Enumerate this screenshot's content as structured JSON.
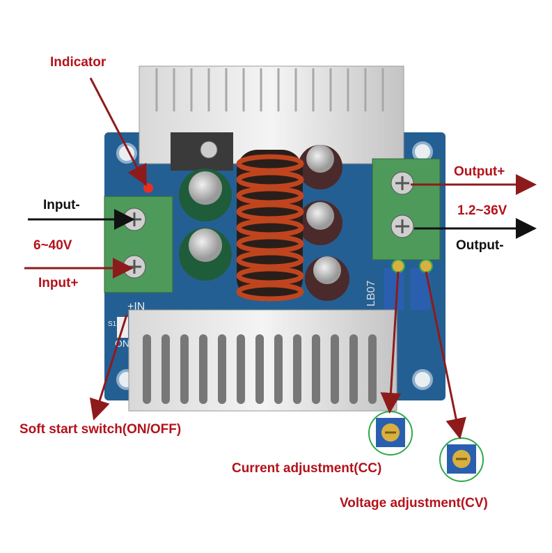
{
  "labels": {
    "indicator": "Indicator",
    "input_minus": "Input-",
    "input_range": "6~40V",
    "input_plus": "Input+",
    "output_plus": "Output+",
    "output_range": "1.2~36V",
    "output_minus": "Output-",
    "soft_start": "Soft start switch(ON/OFF)",
    "current_adj": "Current adjustment(CC)",
    "voltage_adj": "Voltage adjustment(CV)"
  },
  "silkscreen": {
    "plus_in": "+IN",
    "model": "LB07",
    "switch": "S1",
    "on": "ON"
  },
  "colors": {
    "label_red": "#b3121b",
    "arrow_red": "#8e1b1b",
    "board_blue": "#245f93",
    "terminal_green": "#4e9a5a",
    "circle_green": "#2fa84a"
  }
}
